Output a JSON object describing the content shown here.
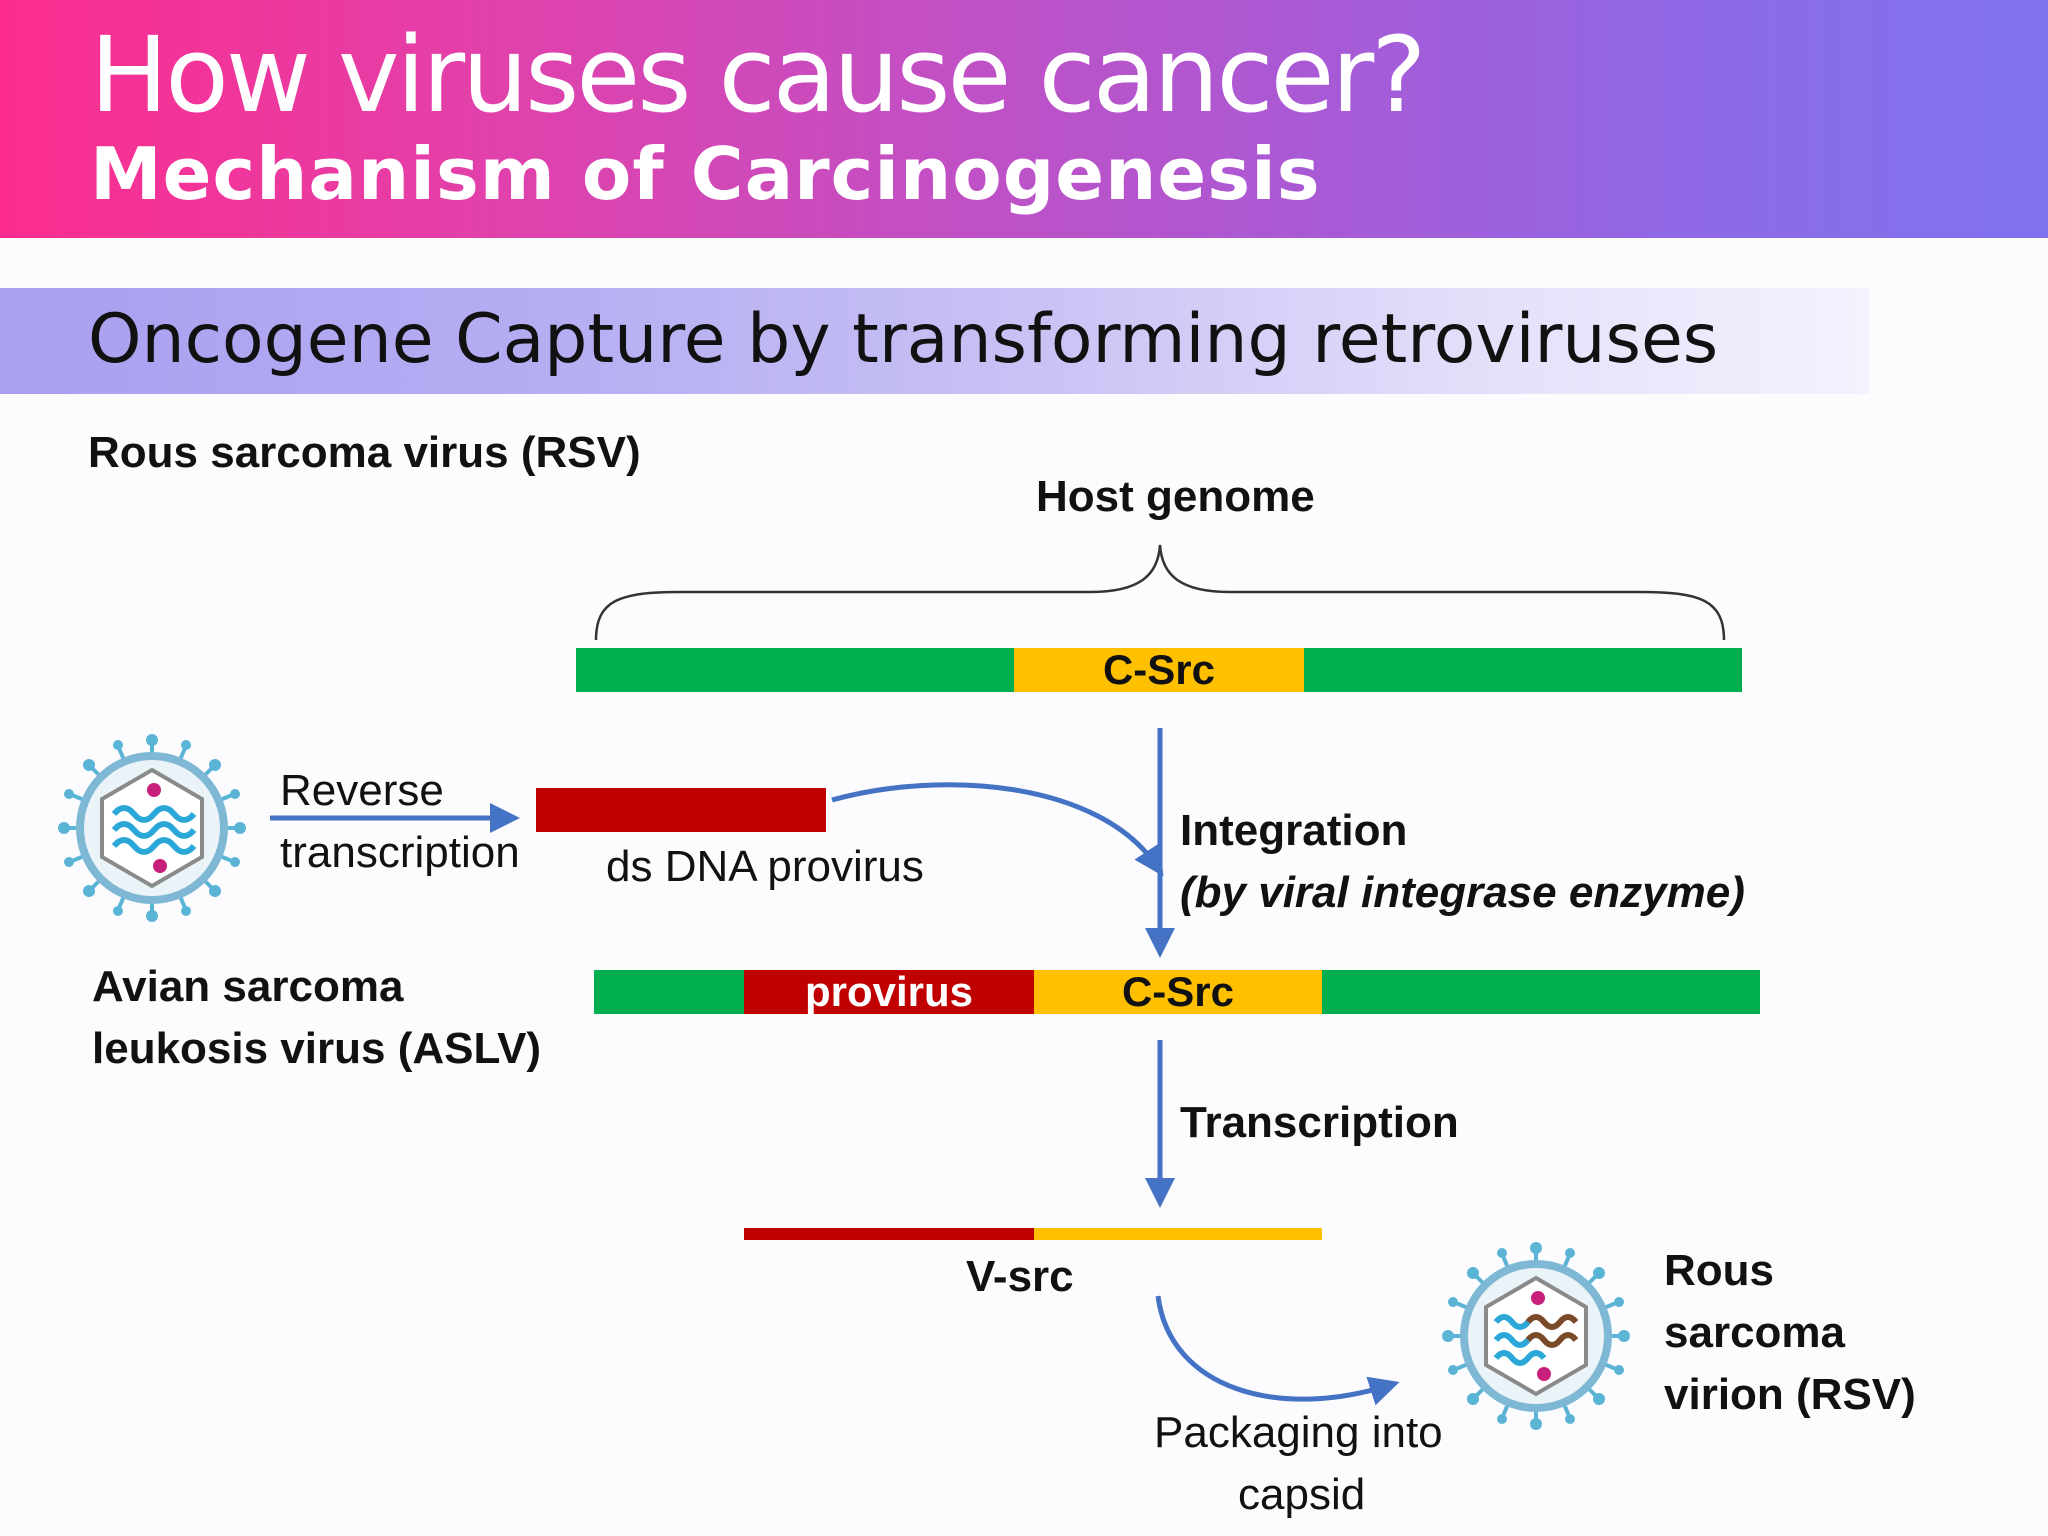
{
  "header": {
    "title": "How viruses cause cancer?",
    "subtitle": "Mechanism of Carcinogenesis"
  },
  "section": {
    "title": "Oncogene Capture by transforming retroviruses"
  },
  "diagram": {
    "rsv_label": "Rous sarcoma virus (RSV)",
    "host_genome_label": "Host genome",
    "csrc_label": "C-Src",
    "reverse_transcription_line1": "Reverse",
    "reverse_transcription_line2": "transcription",
    "ds_dna_provirus_label": "ds DNA provirus",
    "integration_label": "Integration",
    "integration_detail": "(by viral integrase enzyme)",
    "aslv_line1": "Avian sarcoma",
    "aslv_line2": "leukosis virus (ASLV)",
    "provirus_label": "provirus",
    "csrc_label_2": "C-Src",
    "transcription_label": "Transcription",
    "vsrc_label": "V-src",
    "packaging_line1": "Packaging into",
    "packaging_line2": "capsid",
    "virion_line1": "Rous",
    "virion_line2": "sarcoma",
    "virion_line3": "virion (RSV)"
  },
  "colors": {
    "host_dna": "#00b050",
    "oncogene": "#ffc000",
    "provirus": "#c00000",
    "arrow": "#4472c4"
  },
  "icons": [
    "virus-icon",
    "rsv-virion-icon"
  ]
}
